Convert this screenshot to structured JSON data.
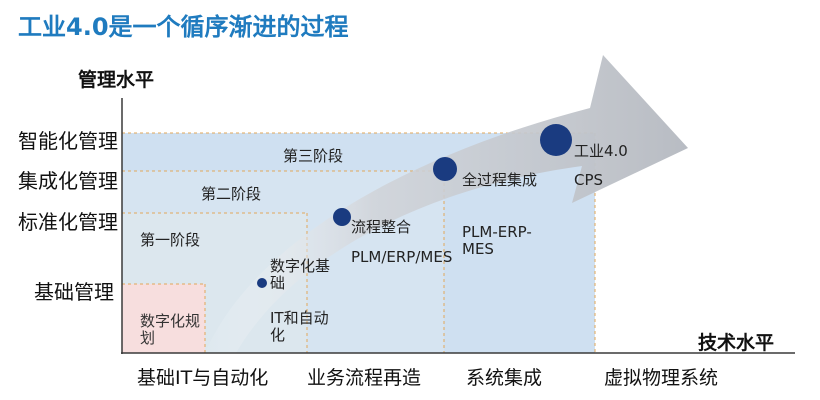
{
  "title": "工业4.0是一个循序渐进的过程",
  "axes": {
    "y_title": "管理水平",
    "x_title": "技术水平"
  },
  "y_levels": [
    "智能化管理",
    "集成化管理",
    "标准化管理",
    "基础管理"
  ],
  "x_stages": [
    "基础IT与自动化",
    "业务流程再造",
    "系统集成",
    "虚拟物理系统"
  ],
  "stages": {
    "first": "第一阶段",
    "second": "第二阶段",
    "third": "第三阶段"
  },
  "start_label": "数字化规划",
  "nodes": [
    {
      "name": "数字化基础",
      "detail": "IT和自动化"
    },
    {
      "name": "流程整合",
      "detail": "PLM/ERP/MES"
    },
    {
      "name": "全过程集成",
      "detail": "PLM-ERP-MES"
    },
    {
      "name": "工业4.0",
      "detail": "CPS"
    }
  ],
  "colors": {
    "title": "#1f7bbf",
    "node": "#1a3b80",
    "arrow": "#c3c6cc",
    "region_light": "#dbe6f2",
    "region_pink": "#f7dede"
  }
}
